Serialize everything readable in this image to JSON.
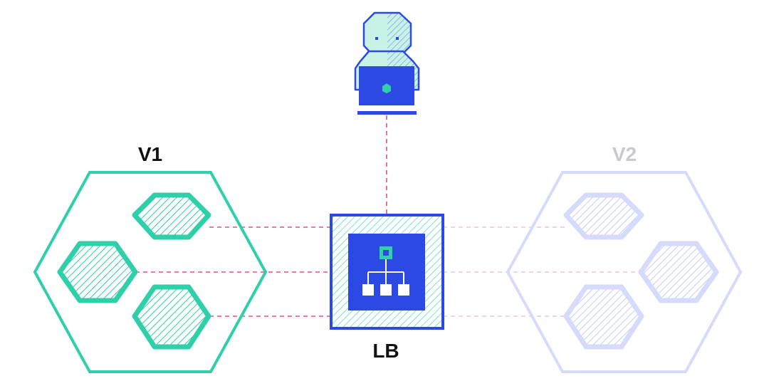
{
  "labels": {
    "v1": "V1",
    "v2": "V2",
    "lb": "LB"
  },
  "colors": {
    "v1": "#2fcfaa",
    "v1_hatch": "#2fcfaa",
    "v2": "#d6dbfb",
    "v2_hatch": "#c7ccf6",
    "lb": "#2d49e4",
    "lb_hatch": "#7fe0cb",
    "user_fill": "#c9f2e7",
    "user_stroke": "#2d49e4",
    "link_active": "#e64d92",
    "link_inactive": "#f4c2d6",
    "label_v1": "#111111",
    "label_v2": "#c8c8d0",
    "label_lb": "#111111"
  },
  "icons": {
    "user": "developer-at-laptop-icon",
    "lb": "hierarchy-network-icon"
  }
}
